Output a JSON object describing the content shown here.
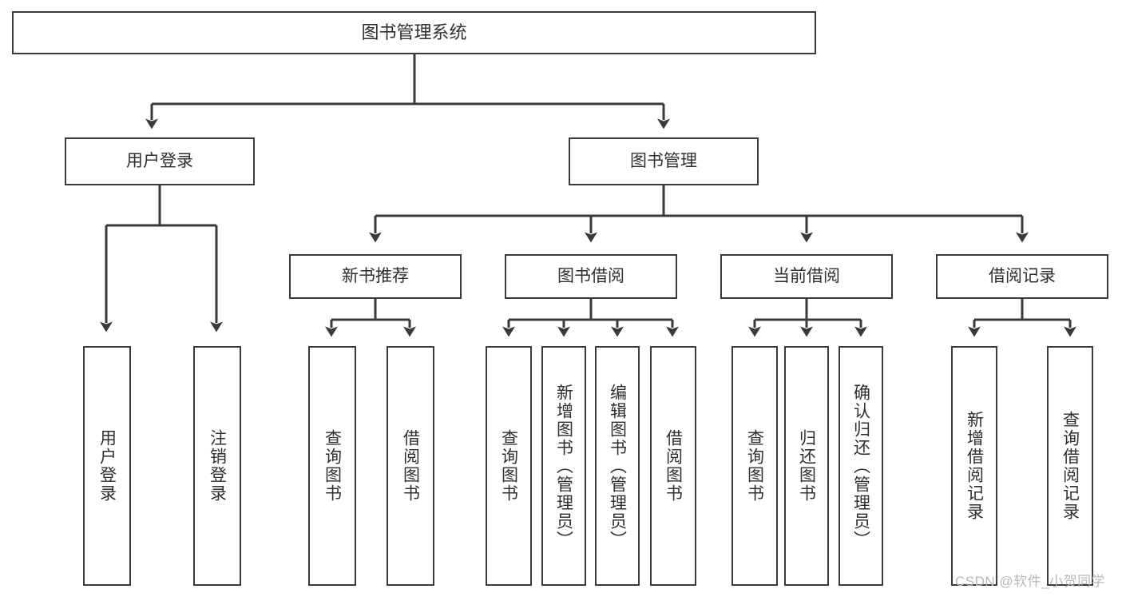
{
  "diagram": {
    "type": "tree-hierarchy",
    "title": "图书管理系统",
    "watermark": "CSDN @软件_小贺同学",
    "colors": {
      "box_border": "#3a3a3a",
      "box_fill": "#ffffff",
      "text": "#2f2f2f",
      "connector": "#3a3a3a",
      "watermark": "#b9b9b9",
      "background": "#ffffff"
    },
    "levels": {
      "root": {
        "label": "图书管理系统"
      },
      "level2": [
        {
          "label": "用户登录"
        },
        {
          "label": "图书管理"
        }
      ],
      "level3": [
        {
          "label": "新书推荐"
        },
        {
          "label": "图书借阅"
        },
        {
          "label": "当前借阅"
        },
        {
          "label": "借阅记录"
        }
      ],
      "leaves": {
        "user_login": [
          {
            "label": "用户登录"
          },
          {
            "label": "注销登录"
          }
        ],
        "new_book_recommend": [
          {
            "label": "查询图书"
          },
          {
            "label": "借阅图书"
          }
        ],
        "book_borrow": [
          {
            "label": "查询图书"
          },
          {
            "label": "新增图书（管理员）"
          },
          {
            "label": "编辑图书（管理员）"
          },
          {
            "label": "借阅图书"
          }
        ],
        "current_borrow": [
          {
            "label": "查询图书"
          },
          {
            "label": "归还图书"
          },
          {
            "label": "确认归还（管理员）"
          }
        ],
        "borrow_record": [
          {
            "label": "新增借阅记录"
          },
          {
            "label": "查询借阅记录"
          }
        ]
      }
    }
  }
}
